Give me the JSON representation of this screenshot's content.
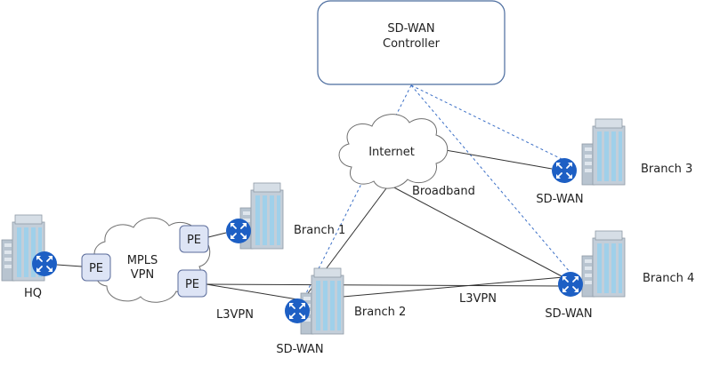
{
  "colors": {
    "router_fill": "#1d5fc4",
    "pe_fill": "#dde4f5",
    "pe_stroke": "#5a6b9a",
    "cloud_stroke": "#6f6f6f",
    "controller_stroke": "#4b6c9e",
    "dashed_link": "#3b6fc6",
    "solid_link": "#333333",
    "building_glass": "#9fd0ea",
    "building_body": "#c3ced9"
  },
  "icons": [
    "router-icon",
    "building-icon",
    "cloud-icon"
  ],
  "controller": {
    "line1": "SD-WAN",
    "line2": "Controller"
  },
  "clouds": {
    "internet": "Internet",
    "mpls_line1": "MPLS",
    "mpls_line2": "VPN"
  },
  "nodes": {
    "hq": "HQ",
    "pe": "PE",
    "branch1": "Branch 1",
    "branch2": "Branch 2",
    "branch3": "Branch 3",
    "branch4": "Branch 4",
    "sdwan": "SD-WAN"
  },
  "links": {
    "broadband": "Broadband",
    "l3vpn": "L3VPN"
  }
}
